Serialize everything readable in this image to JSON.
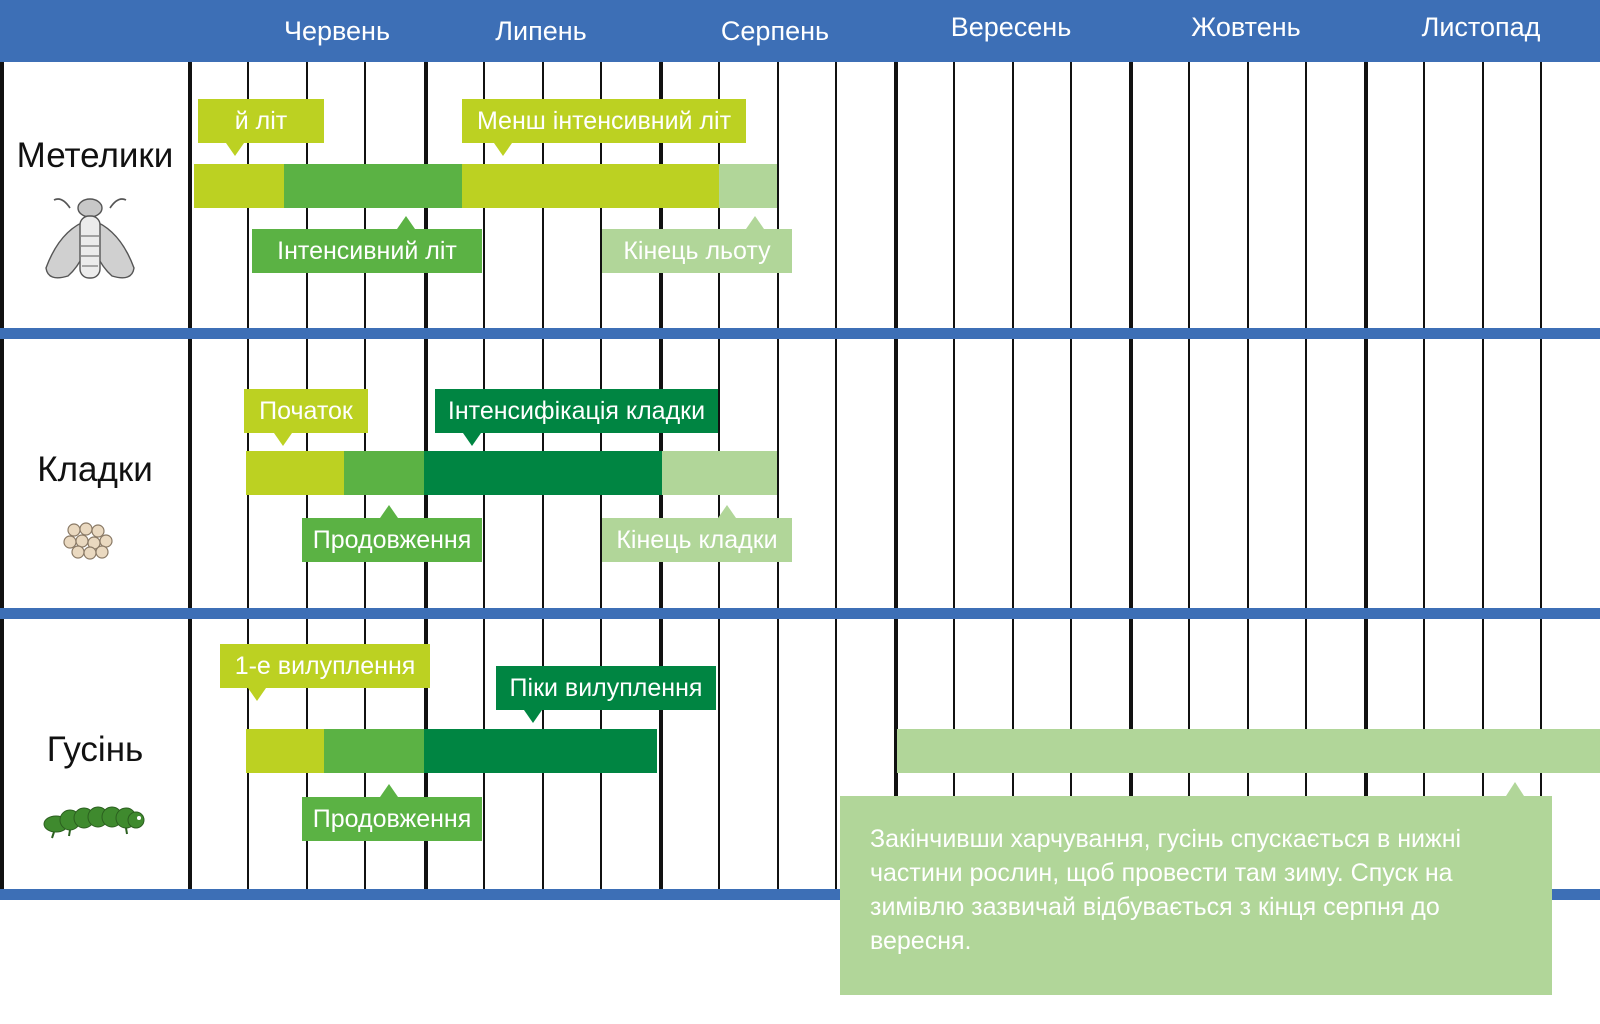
{
  "colors": {
    "header": "#3d6fb6",
    "lime": "#bcd122",
    "mid_green": "#5bb244",
    "dark_green": "#008542",
    "pale_green": "#b1d699"
  },
  "months": [
    "Червень",
    "Липень",
    "Серпень",
    "Вересень",
    "Жовтень",
    "Листопад"
  ],
  "rows": {
    "moths": {
      "label": "Метелики",
      "icon": "moth-icon",
      "callouts": {
        "start": "й літ",
        "intense": "Інтенсивний літ",
        "less_intense": "Менш інтенсивний літ",
        "end": "Кінець льоту"
      }
    },
    "eggs": {
      "label": "Кладки",
      "icon": "eggs-icon",
      "callouts": {
        "start": "Початок",
        "continuation": "Продовження",
        "intensification": "Інтенсифікація кладки",
        "end": "Кінець кладки"
      }
    },
    "caterpillar": {
      "label": "Гусінь",
      "icon": "caterpillar-icon",
      "callouts": {
        "first_hatch": "1-е вилуплення",
        "continuation": "Продовження",
        "peak": "Піки вилуплення"
      }
    }
  },
  "note": "Закінчивши харчування, гусінь спускається в нижні частини рослин, щоб провести там зиму. Спуск на зимівлю зазвичай відбувається з кінця серпня до вересня."
}
